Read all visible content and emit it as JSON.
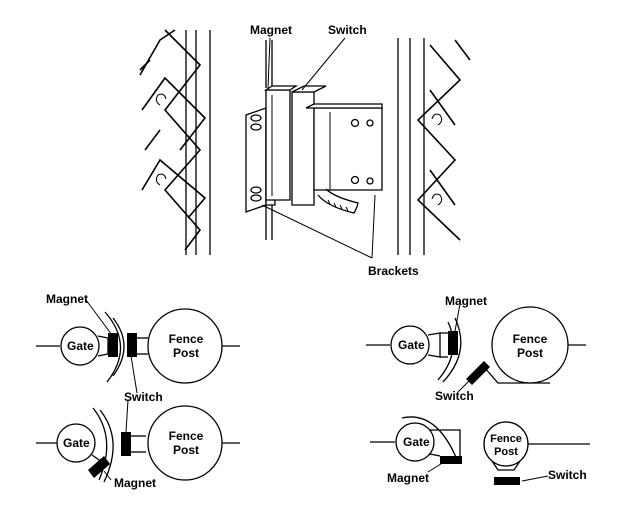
{
  "labels": {
    "top_magnet": "Magnet",
    "top_switch": "Switch",
    "brackets": "Brackets",
    "d1_magnet": "Magnet",
    "d1_gate": "Gate",
    "d1_fence_post": [
      "Fence",
      "Post"
    ],
    "d1_switch": "Switch",
    "d2_gate": "Gate",
    "d2_fence_post": [
      "Fence",
      "Post"
    ],
    "d2_magnet": "Magnet",
    "d3_magnet": "Magnet",
    "d3_gate": "Gate",
    "d3_fence_post": [
      "Fence",
      "Post"
    ],
    "d3_switch": "Switch",
    "d4_gate": "Gate",
    "d4_fence_post": [
      "Fence",
      "Post"
    ],
    "d4_magnet": "Magnet",
    "d4_switch": "Switch"
  }
}
